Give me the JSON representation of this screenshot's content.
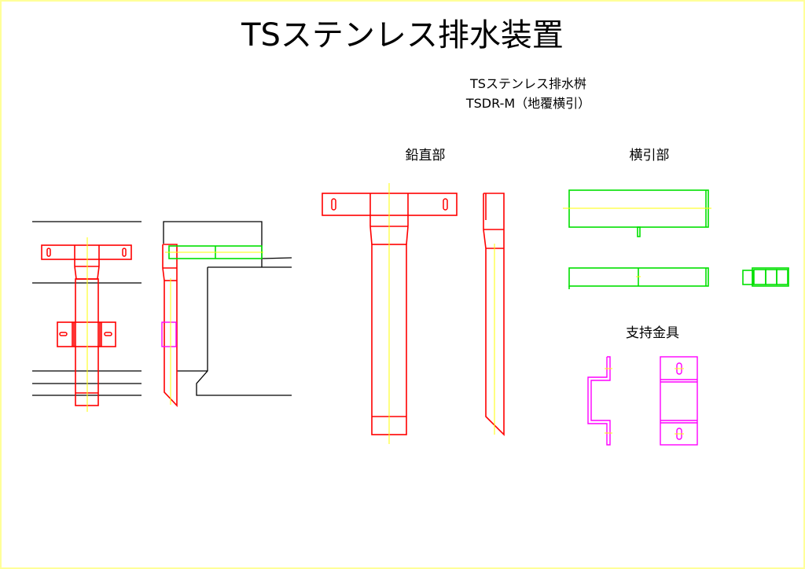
{
  "title": "TSステンレス排水装置",
  "subtitle": {
    "line1": "TSステンレス排水桝",
    "line2": "TSDR-M（地覆横引）"
  },
  "sections": {
    "vertical": "鉛直部",
    "horizontal": "横引部",
    "bracket": "支持金具"
  },
  "colors": {
    "vertical_part": "#ff0000",
    "horizontal_part": "#00e000",
    "bracket": "#ff00ff",
    "centerline": "#ffff00",
    "structure": "#000000",
    "border": "#ffff99"
  }
}
